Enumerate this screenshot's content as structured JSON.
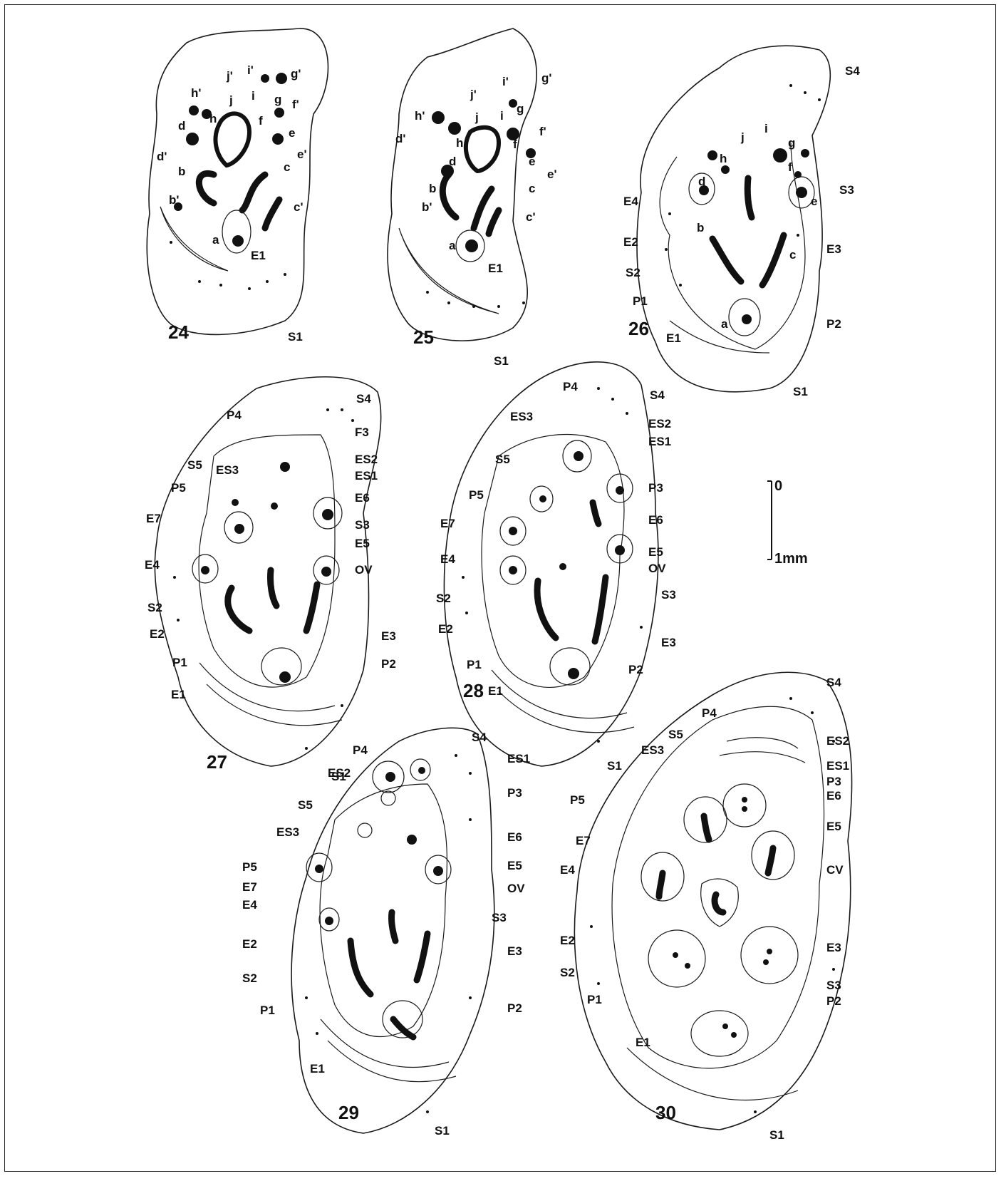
{
  "figures": {
    "f24": {
      "number": "24",
      "labels": [
        "j'",
        "i'",
        "g'",
        "h'",
        "j",
        "i",
        "g",
        "f'",
        "h",
        "f",
        "d",
        "e",
        "d'",
        "e'",
        "b",
        "c",
        "b'",
        "c'",
        "a",
        "E1",
        "S1"
      ]
    },
    "f25": {
      "number": "25",
      "labels": [
        "j'",
        "i'",
        "g'",
        "h'",
        "g",
        "j",
        "i",
        "f'",
        "d'",
        "h",
        "f",
        "d",
        "e",
        "e'",
        "b",
        "c",
        "b'",
        "c'",
        "a",
        "E1",
        "S1"
      ]
    },
    "f26": {
      "number": "26",
      "labels": [
        "S4",
        "j",
        "i",
        "g",
        "h",
        "f",
        "d",
        "e",
        "E4",
        "S3",
        "b",
        "E2",
        "E3",
        "c",
        "S2",
        "P1",
        "P2",
        "a",
        "E1",
        "S1"
      ]
    },
    "f27": {
      "number": "27",
      "labels": [
        "S4",
        "P4",
        "F3",
        "ES3",
        "ES2",
        "S5",
        "ES1",
        "P5",
        "E6",
        "E7",
        "S3",
        "E5",
        "E4",
        "OV",
        "S2",
        "E2",
        "E3",
        "P1",
        "P2",
        "E1",
        "S1"
      ]
    },
    "f28": {
      "number": "28",
      "labels": [
        "P4",
        "S4",
        "ES3",
        "ES2",
        "ES1",
        "S5",
        "P3",
        "P5",
        "E6",
        "E7",
        "E5",
        "E4",
        "OV",
        "S2",
        "S3",
        "E2",
        "E3",
        "P1",
        "P2",
        "E1",
        "S1"
      ]
    },
    "f29": {
      "number": "29",
      "labels": [
        "S4",
        "P4",
        "ES1",
        "ES2",
        "S5",
        "P3",
        "ES3",
        "E6",
        "P5",
        "E5",
        "E7",
        "OV",
        "E4",
        "S3",
        "E2",
        "E3",
        "S2",
        "P1",
        "P2",
        "E1",
        "S1"
      ]
    },
    "f30": {
      "number": "30",
      "labels": [
        "S4",
        "P4",
        "S5",
        "ES3",
        "ES2",
        "ES1",
        "P3",
        "P5",
        "E6",
        "E5",
        "E7",
        "E4",
        "CV",
        "E2",
        "E3",
        "S2",
        "S3",
        "P1",
        "P2",
        "E1",
        "S1"
      ]
    }
  },
  "scale_bar": {
    "top_label": "0",
    "bottom_label": "1mm"
  },
  "colors": {
    "ink": "#111111",
    "paper": "#ffffff"
  }
}
